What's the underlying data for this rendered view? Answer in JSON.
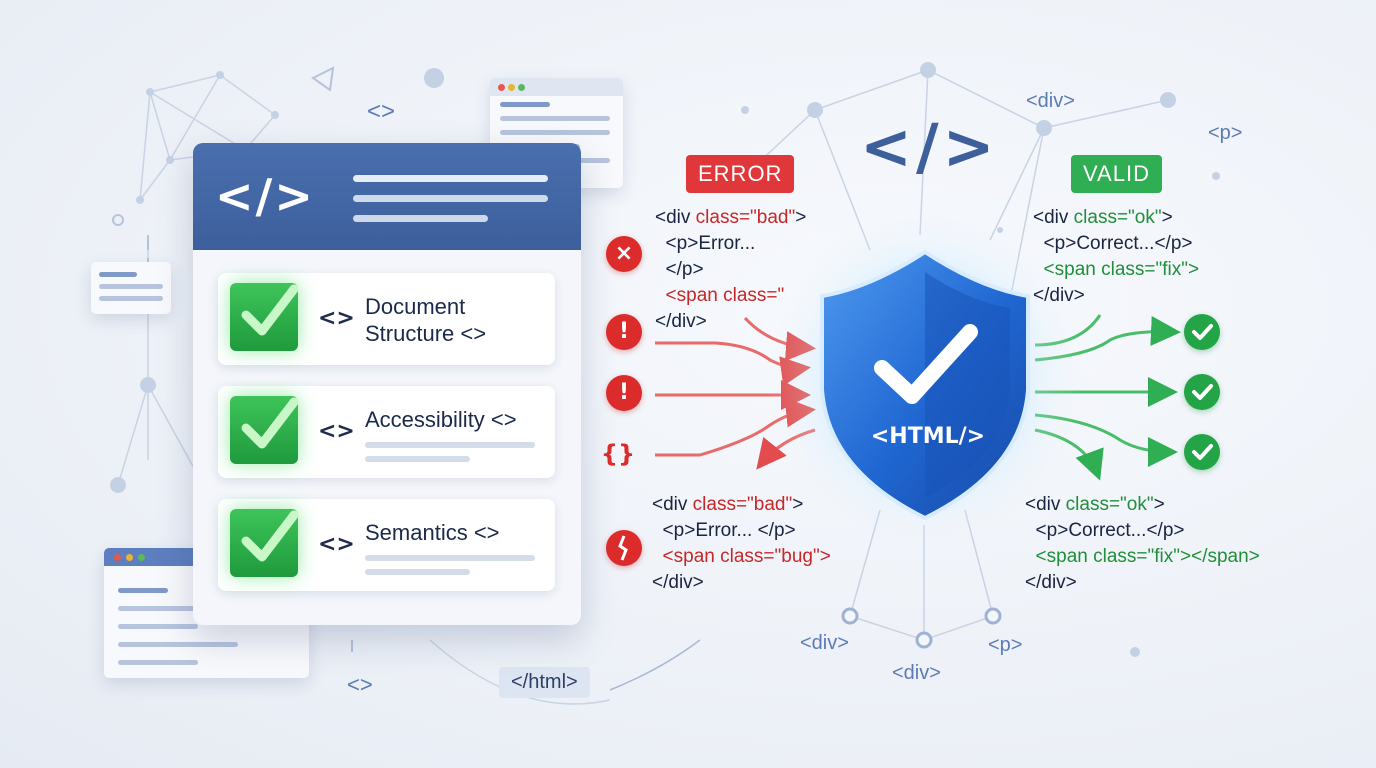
{
  "panel": {
    "header_icon": "</>",
    "items": [
      {
        "title": "Document\nStructure <>",
        "chevron": "<>"
      },
      {
        "title": "Accessibility <>",
        "chevron": "<>"
      },
      {
        "title": "Semantics <>",
        "chevron": "<>"
      }
    ]
  },
  "badges": {
    "error": "ERROR",
    "valid": "VALID"
  },
  "code": {
    "error_top": "<div class=\"bad\">\n  <p>Error...\n  </p>\n  <span class=\"\n</div>",
    "error_bottom": "<div class=\"bad\">\n  <p>Error... </p>\n  <span class=\"bug\">\n</div>",
    "valid_top": "<div class=\"ok\">\n  <p>Correct...</p>\n  <span class=\"fix\">\n</div>",
    "valid_bottom": "<div class=\"ok\">\n  <p>Correct...</p>\n  <span class=\"fix\"></span>\n</div>"
  },
  "shield": {
    "label": "<HTML/>"
  },
  "top_icon": "</>",
  "floating_tags": {
    "div_top": "<div>",
    "p_top": "<p>",
    "chev_left": "<>",
    "chev_bottom": "<>",
    "div_bottom_left": "<div>",
    "div_bottom_center": "<div>",
    "p_bottom": "<p>",
    "html_close": "</html>"
  },
  "issue_icons": [
    "×",
    "!",
    "!",
    "{}",
    "bug"
  ],
  "valid_icons": [
    "check",
    "check",
    "check"
  ],
  "colors": {
    "header_blue": "#3d5f9c",
    "error_red": "#dc2b2b",
    "valid_green": "#22a447",
    "shield_blue": "#1f66d1"
  }
}
